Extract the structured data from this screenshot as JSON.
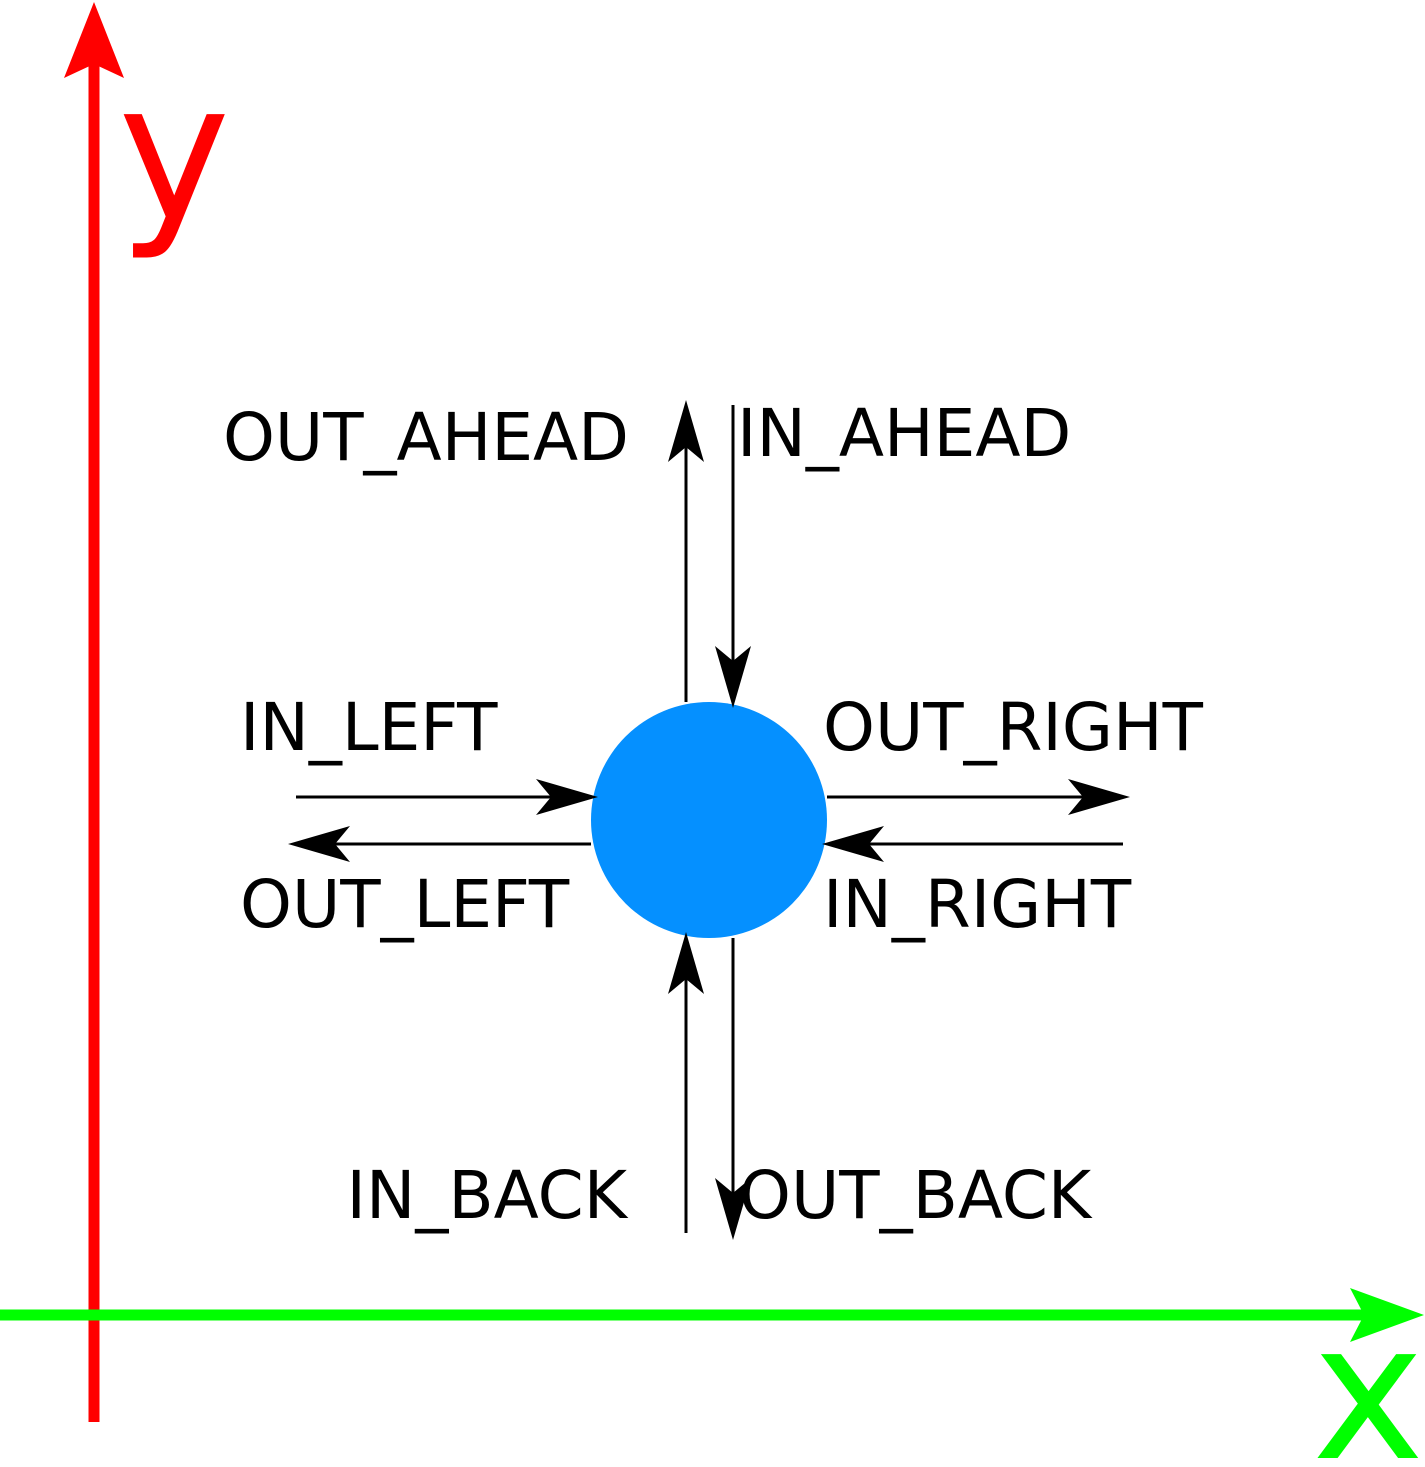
{
  "axes": {
    "y_label": "y",
    "x_label": "x",
    "y_color": "#ff0000",
    "x_color": "#00ff00"
  },
  "node": {
    "color": "#0590ff"
  },
  "ports": {
    "out_ahead": "OUT_AHEAD",
    "in_ahead": "IN_AHEAD",
    "in_left": "IN_LEFT",
    "out_right": "OUT_RIGHT",
    "out_left": "OUT_LEFT",
    "in_right": "IN_RIGHT",
    "in_back": "IN_BACK",
    "out_back": "OUT_BACK"
  }
}
